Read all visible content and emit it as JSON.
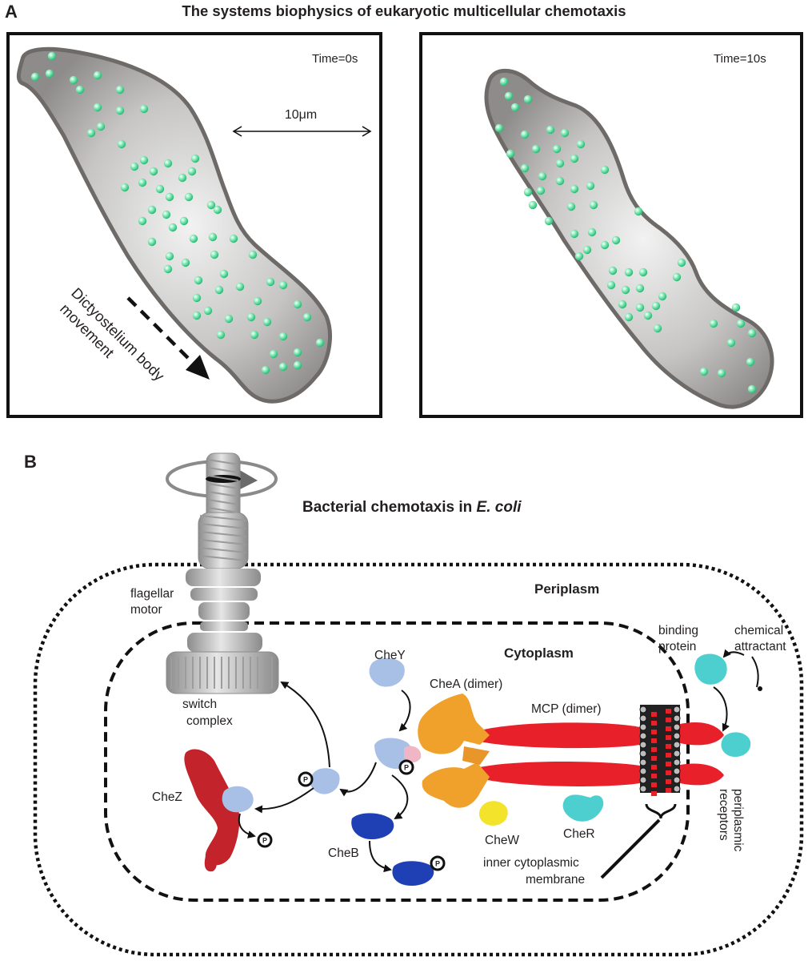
{
  "panel_a": {
    "letter": "A",
    "title": "The systems biophysics of eukaryotic multicellular chemotaxis",
    "left": {
      "time_label": "Time=0s"
    },
    "right": {
      "time_label": "Time=10s"
    },
    "scale_label": "10μm",
    "movement_label_line1": "Dictyostelium body",
    "movement_label_line2": "movement"
  },
  "panel_b": {
    "letter": "B",
    "title_prefix": "Bacterial chemotaxis in ",
    "title_italic": "E. coli",
    "labels": {
      "periplasm": "Periplasm",
      "cytoplasm": "Cytoplasm",
      "flagellar_line1": "flagellar",
      "flagellar_line2": "motor",
      "switch_line1": "switch",
      "switch_line2": "complex",
      "binding_line1": "binding",
      "binding_line2": "protein",
      "chemical_line1": "chemical",
      "chemical_line2": "attractant",
      "chey": "CheY",
      "chea": "CheA (dimer)",
      "mcp": "MCP (dimer)",
      "chez": "CheZ",
      "chew": "CheW",
      "cher": "CheR",
      "cheb": "CheB",
      "membrane_line1": "inner cytoplasmic",
      "membrane_line2": "membrane",
      "receptors_line1": "periplasmic",
      "receptors_line2": "receptors",
      "phospho": "P"
    }
  },
  "colors": {
    "cell_fill": "#9d9b9a",
    "cell_stroke": "#6d6a68",
    "particle": "#5fd39b",
    "mcp_red": "#e8202a",
    "chea_orange": "#f0a12c",
    "chey_blue": "#a9c0e6",
    "cheb_blue": "#1f3fb5",
    "chew_yellow": "#f3e32a",
    "cher_cyan": "#4ecfcf",
    "chez_red": "#c3232b",
    "motor_gray": "#b9b9b9"
  }
}
